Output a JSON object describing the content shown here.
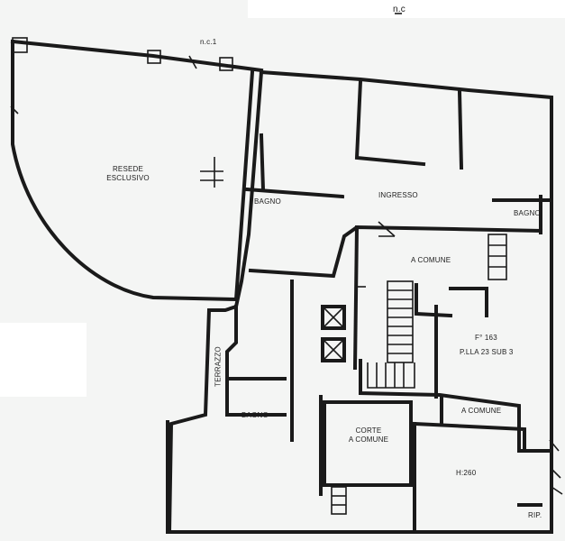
{
  "sheet": {
    "header_mark": "n.c",
    "boundary_mark": "n.c.1"
  },
  "rooms": {
    "resede_line1": "RESEDE",
    "resede_line2": "ESCLUSIVO",
    "ingresso": "INGRESSO",
    "bagno_left": "BAGNO",
    "bagno_right": "BAGNO",
    "a_comune_top": "A COMUNE",
    "terrazzo": "TERRAZZO",
    "cadastral_sheet": "F° 163",
    "cadastral_parcel": "P.LLA 23 SUB 3",
    "bagno_bottom": "BAGNO",
    "a_comune_right": "A COMUNE",
    "corte_line1": "CORTE",
    "corte_line2": "A COMUNE",
    "height": "H:260",
    "rip": "RIP."
  },
  "colors": {
    "paper": "#f4f5f4",
    "ink": "#1a1a1a"
  }
}
